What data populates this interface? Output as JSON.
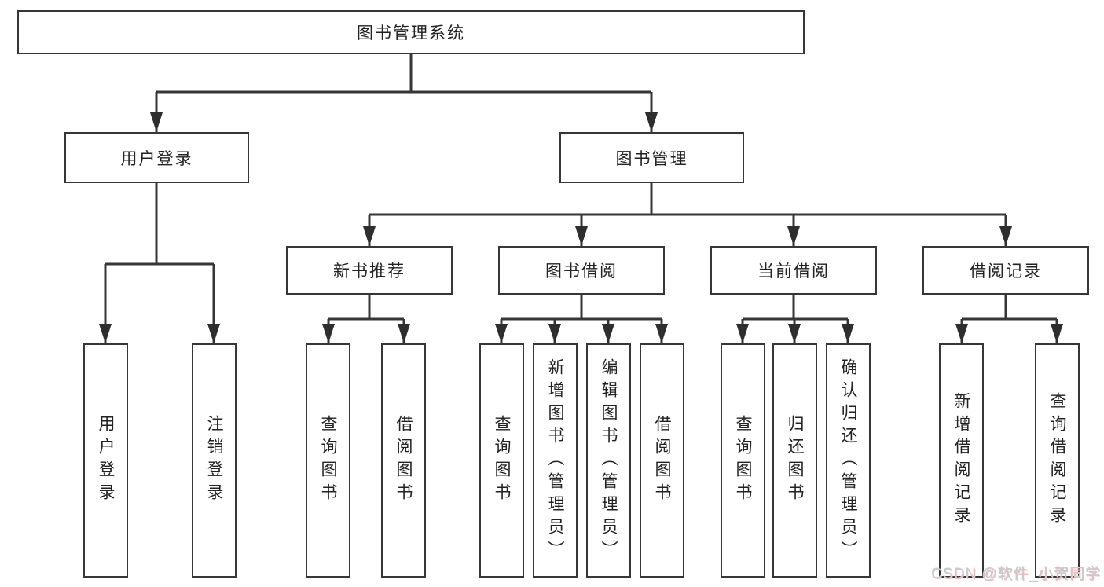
{
  "diagram": {
    "tree": {
      "label": "图书管理系统",
      "children": [
        {
          "label": "用户登录",
          "children": [
            {
              "label": "用户登录"
            },
            {
              "label": "注销登录"
            }
          ]
        },
        {
          "label": "图书管理",
          "children": [
            {
              "label": "新书推荐",
              "children": [
                {
                  "label": "查询图书"
                },
                {
                  "label": "借阅图书"
                }
              ]
            },
            {
              "label": "图书借阅",
              "children": [
                {
                  "label": "查询图书"
                },
                {
                  "label": "新增图书（管理员）"
                },
                {
                  "label": "编辑图书（管理员）"
                },
                {
                  "label": "借阅图书"
                }
              ]
            },
            {
              "label": "当前借阅",
              "children": [
                {
                  "label": "查询图书"
                },
                {
                  "label": "归还图书"
                },
                {
                  "label": "确认归还（管理员）"
                }
              ]
            },
            {
              "label": "借阅记录",
              "children": [
                {
                  "label": "新增借阅记录"
                },
                {
                  "label": "查询借阅记录"
                }
              ]
            }
          ]
        }
      ]
    },
    "colors": {
      "line": "#363636",
      "box_border": "#363636",
      "text": "#222222",
      "background": "#ffffff"
    }
  },
  "watermark": {
    "text": "CSDN @软件_小贺同学",
    "color": "#c9cbcd"
  }
}
